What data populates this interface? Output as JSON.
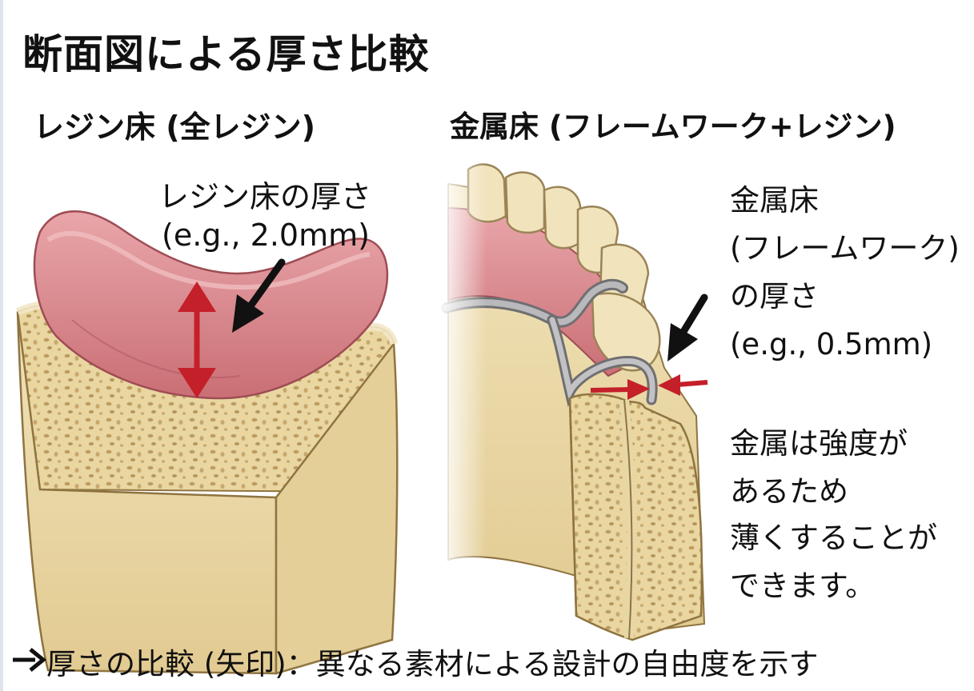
{
  "title": "断面図による厚さ比較",
  "left": {
    "heading": "レジン床 (全レジン)",
    "annotation_line1": "レジン床の厚さ",
    "annotation_line2": "(e.g., 2.0mm)"
  },
  "right": {
    "heading": "金属床 (フレームワーク+レジン)",
    "annotation_lines": [
      "金属床",
      "(フレームワーク)",
      "の厚さ",
      "(e.g., 0.5mm)"
    ],
    "note_lines": [
      "金属は強度が",
      "あるため",
      "薄くすることが",
      "できます。"
    ]
  },
  "caption": "厚さの比較 (矢印)：異なる素材による設計の自由度を示す",
  "colors": {
    "bone": "#ecdcad",
    "bone_shadow": "#cdb47c",
    "gum": "#d98f93",
    "gum_dark": "#b8636a",
    "tooth": "#f1e3bc",
    "metal": "#a9a9ab",
    "measure_arrow": "#c4202a",
    "pointer_arrow": "#111111"
  },
  "icons": [
    "right-arrow-icon"
  ]
}
